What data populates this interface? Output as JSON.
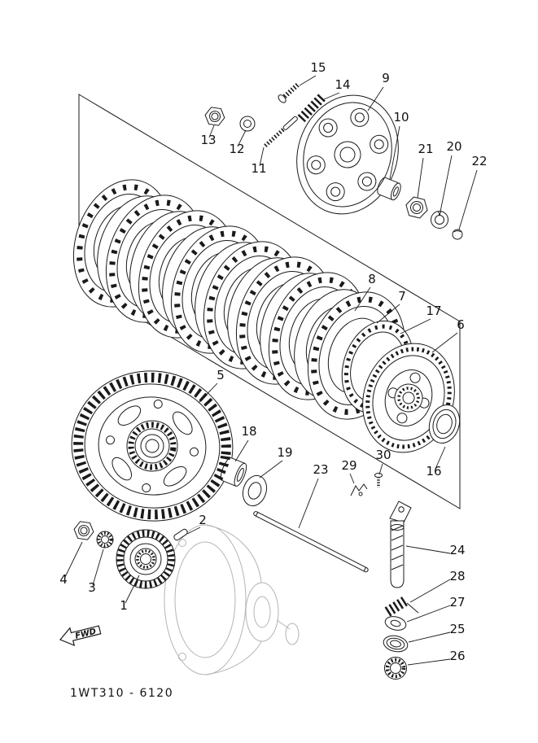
{
  "diagram": {
    "part_code": "1WT310 - 6120",
    "fwd_label": "FWD",
    "colors": {
      "line": "#1a1a1a",
      "ghost": "#b4b4b4",
      "background": "#ffffff"
    },
    "callouts": [
      "1",
      "2",
      "3",
      "4",
      "5",
      "6",
      "7",
      "8",
      "9",
      "10",
      "11",
      "12",
      "13",
      "14",
      "15",
      "16",
      "17",
      "18",
      "19",
      "20",
      "21",
      "22",
      "23",
      "24",
      "25",
      "26",
      "27",
      "28",
      "29",
      "30"
    ]
  }
}
